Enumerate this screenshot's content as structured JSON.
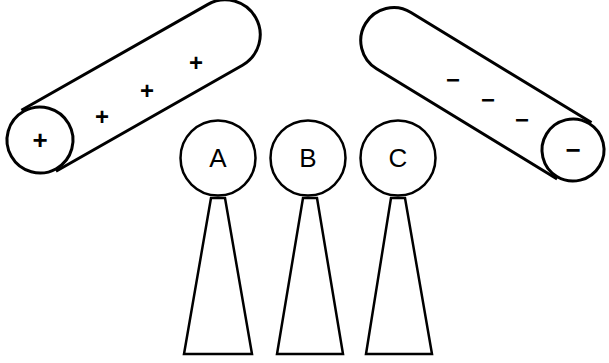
{
  "diagram": {
    "nodes": [
      {
        "text": [
          "A"
        ]
      },
      {
        "text": [
          "B"
        ]
      },
      {
        "text": [
          "C"
        ]
      }
    ],
    "labels": [
      "+",
      "+",
      "+",
      "+",
      "−",
      "−",
      "−",
      "−"
    ]
  }
}
